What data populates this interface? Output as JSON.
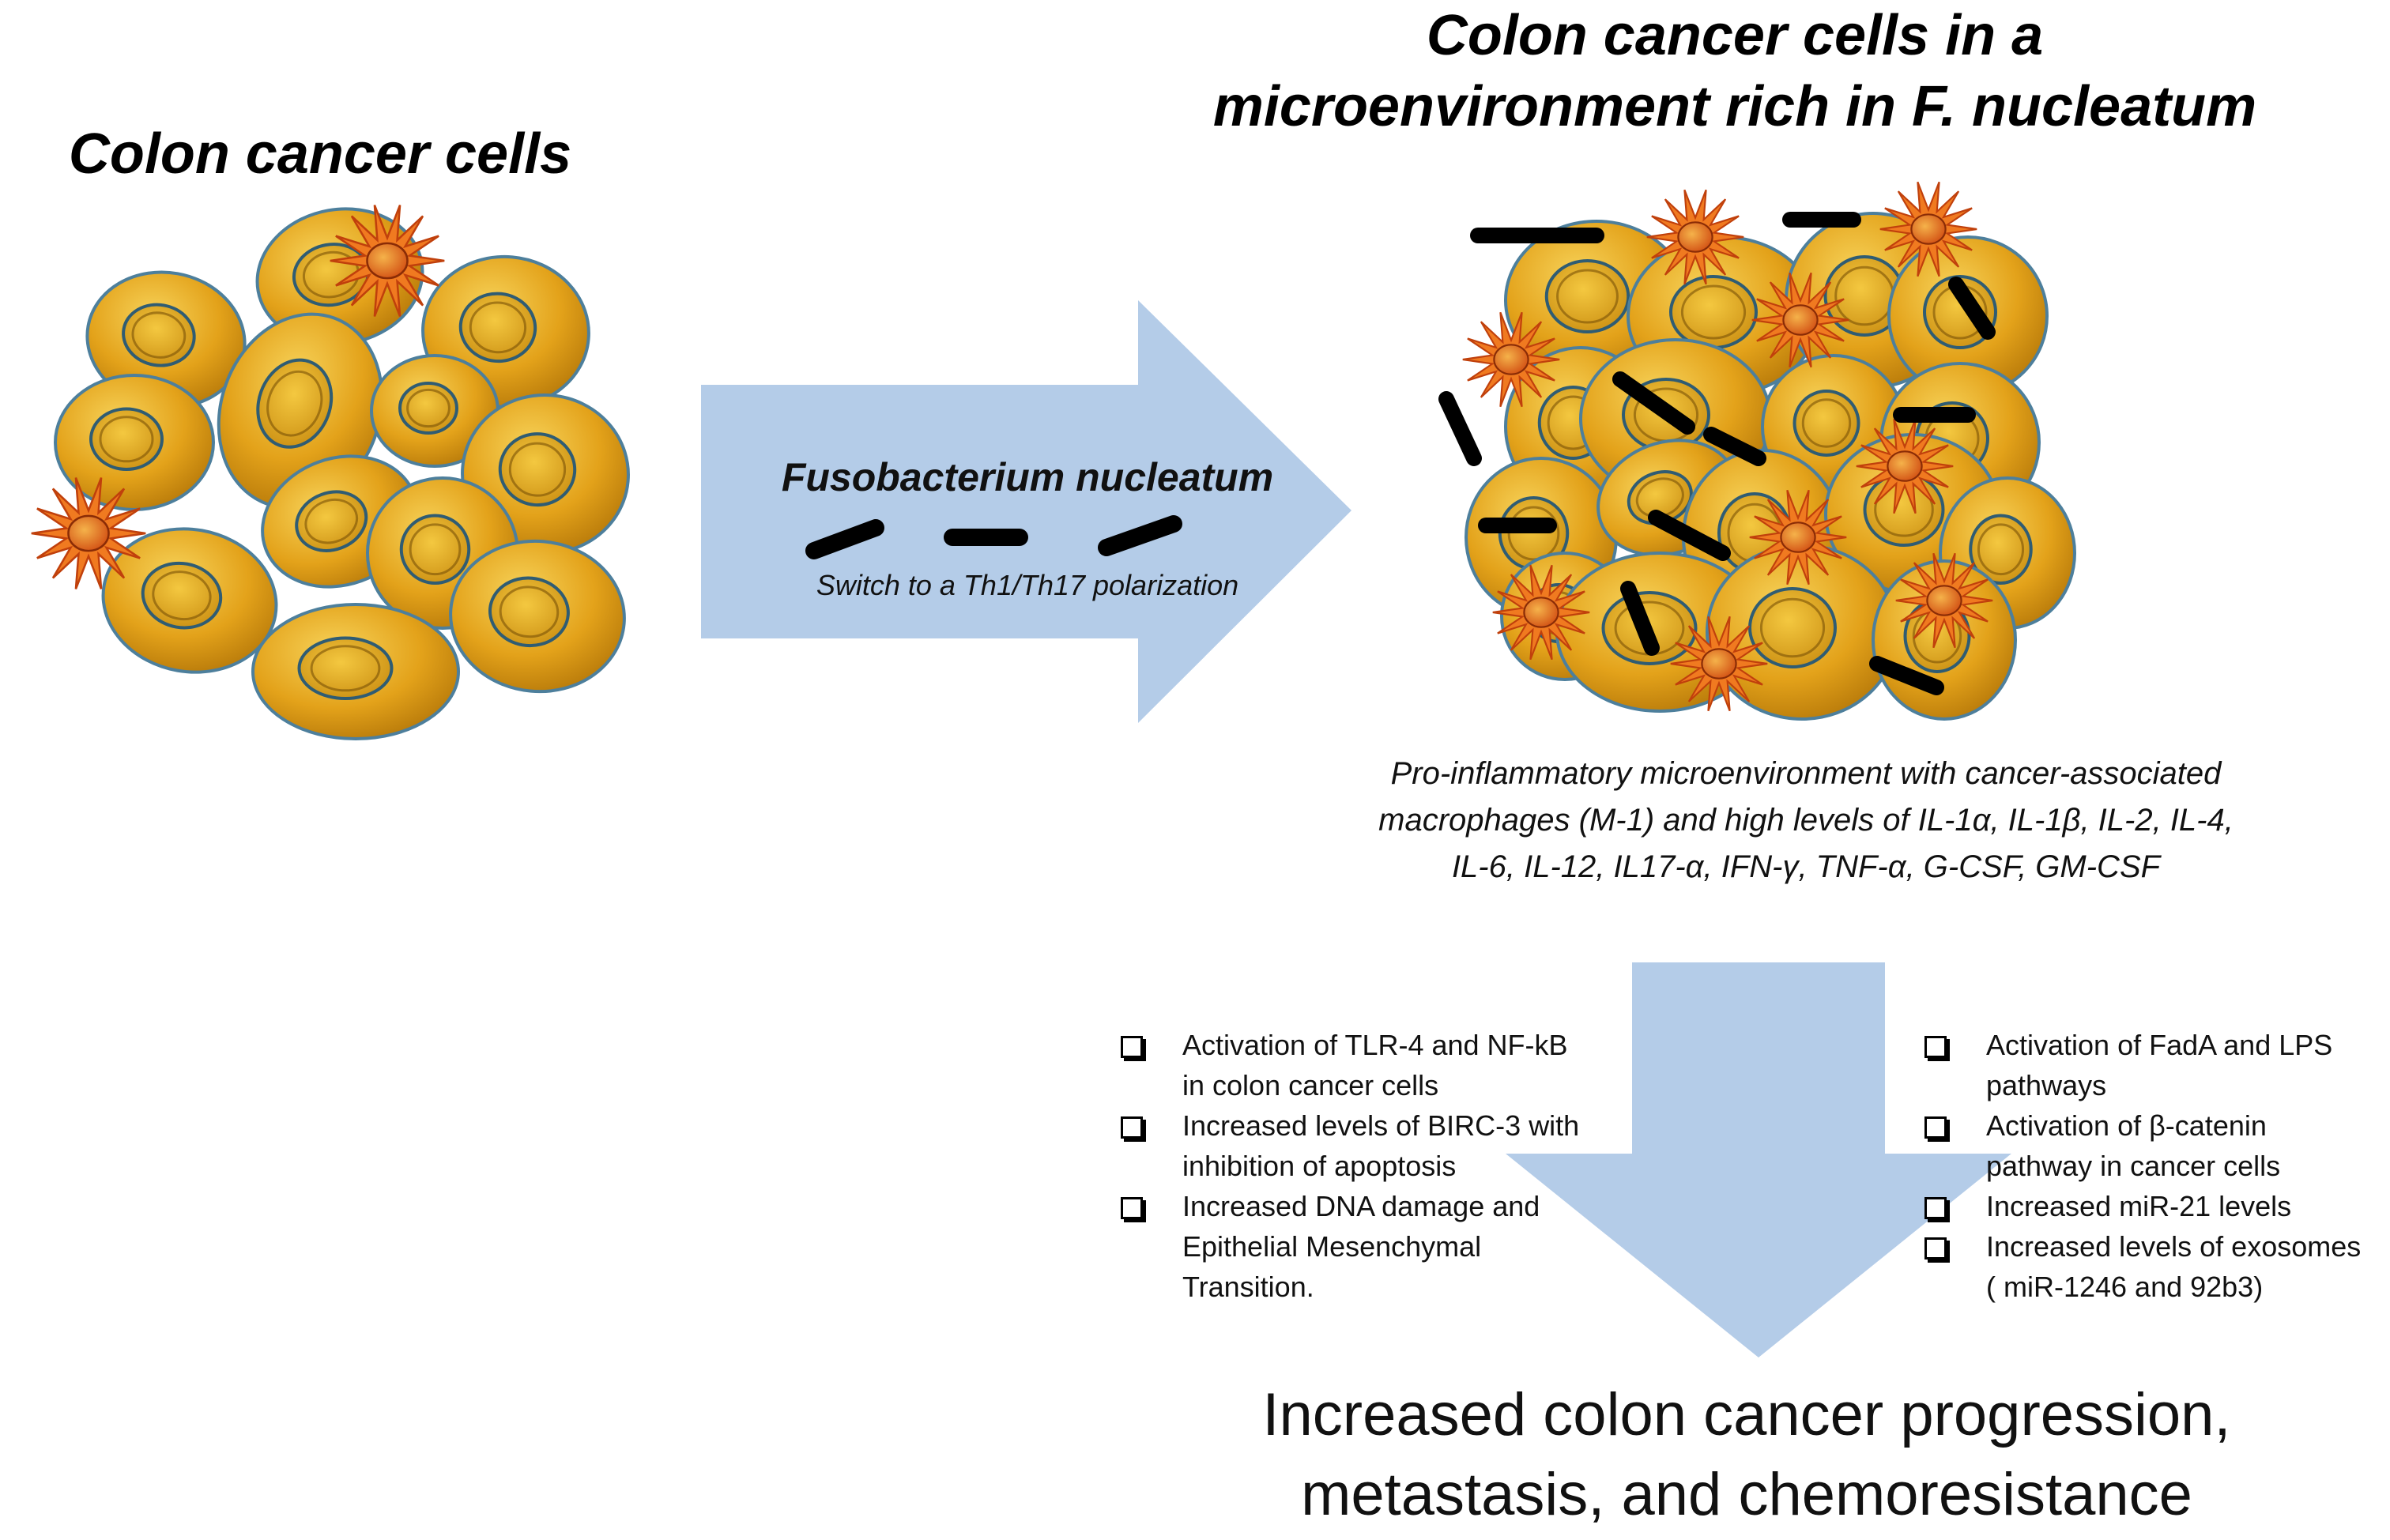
{
  "left_title": "Colon cancer cells",
  "right_title_line1": "Colon cancer cells in a",
  "right_title_line2": "microenvironment rich in F. nucleatum",
  "arrow": {
    "main_label": "Fusobacterium  nucleatum",
    "sub_label": "Switch to a Th1/Th17 polarization"
  },
  "microenvironment": {
    "line1": "Pro-inflammatory microenvironment with cancer-associated",
    "line2": "macrophages (M-1) and high levels of IL-1α, IL-1β, IL-2, IL-4,",
    "line3": "IL-6,  IL-12, IL17-α, IFN-γ, TNF-α, G-CSF, GM-CSF"
  },
  "effects_left": [
    {
      "line1": "Activation of TLR-4 and NF-kB",
      "line2": "in colon cancer cells"
    },
    {
      "line1": "Increased levels of BIRC-3 with",
      "line2": "inhibition of apoptosis"
    },
    {
      "line1": "Increased DNA damage and",
      "line2": "Epithelial Mesenchymal",
      "line3": "Transition."
    }
  ],
  "effects_right": [
    {
      "line1": "Activation of FadA and LPS",
      "line2": "pathways"
    },
    {
      "line1": "Activation of β-catenin",
      "line2": "pathway in cancer cells"
    },
    {
      "line1": "Increased miR-21 levels"
    },
    {
      "line1": "Increased levels of exosomes",
      "line2": "( miR-1246 and 92b3)"
    }
  ],
  "conclusion_line1": "Increased colon cancer progression,",
  "conclusion_line2": "metastasis, and chemoresistance",
  "colors": {
    "arrow_fill": "#b4cce8",
    "cell_fill": "#e3a21a",
    "cell_edge": "#5a8aa8",
    "macrophage": "#e8641c",
    "bacterium": "#000000"
  }
}
